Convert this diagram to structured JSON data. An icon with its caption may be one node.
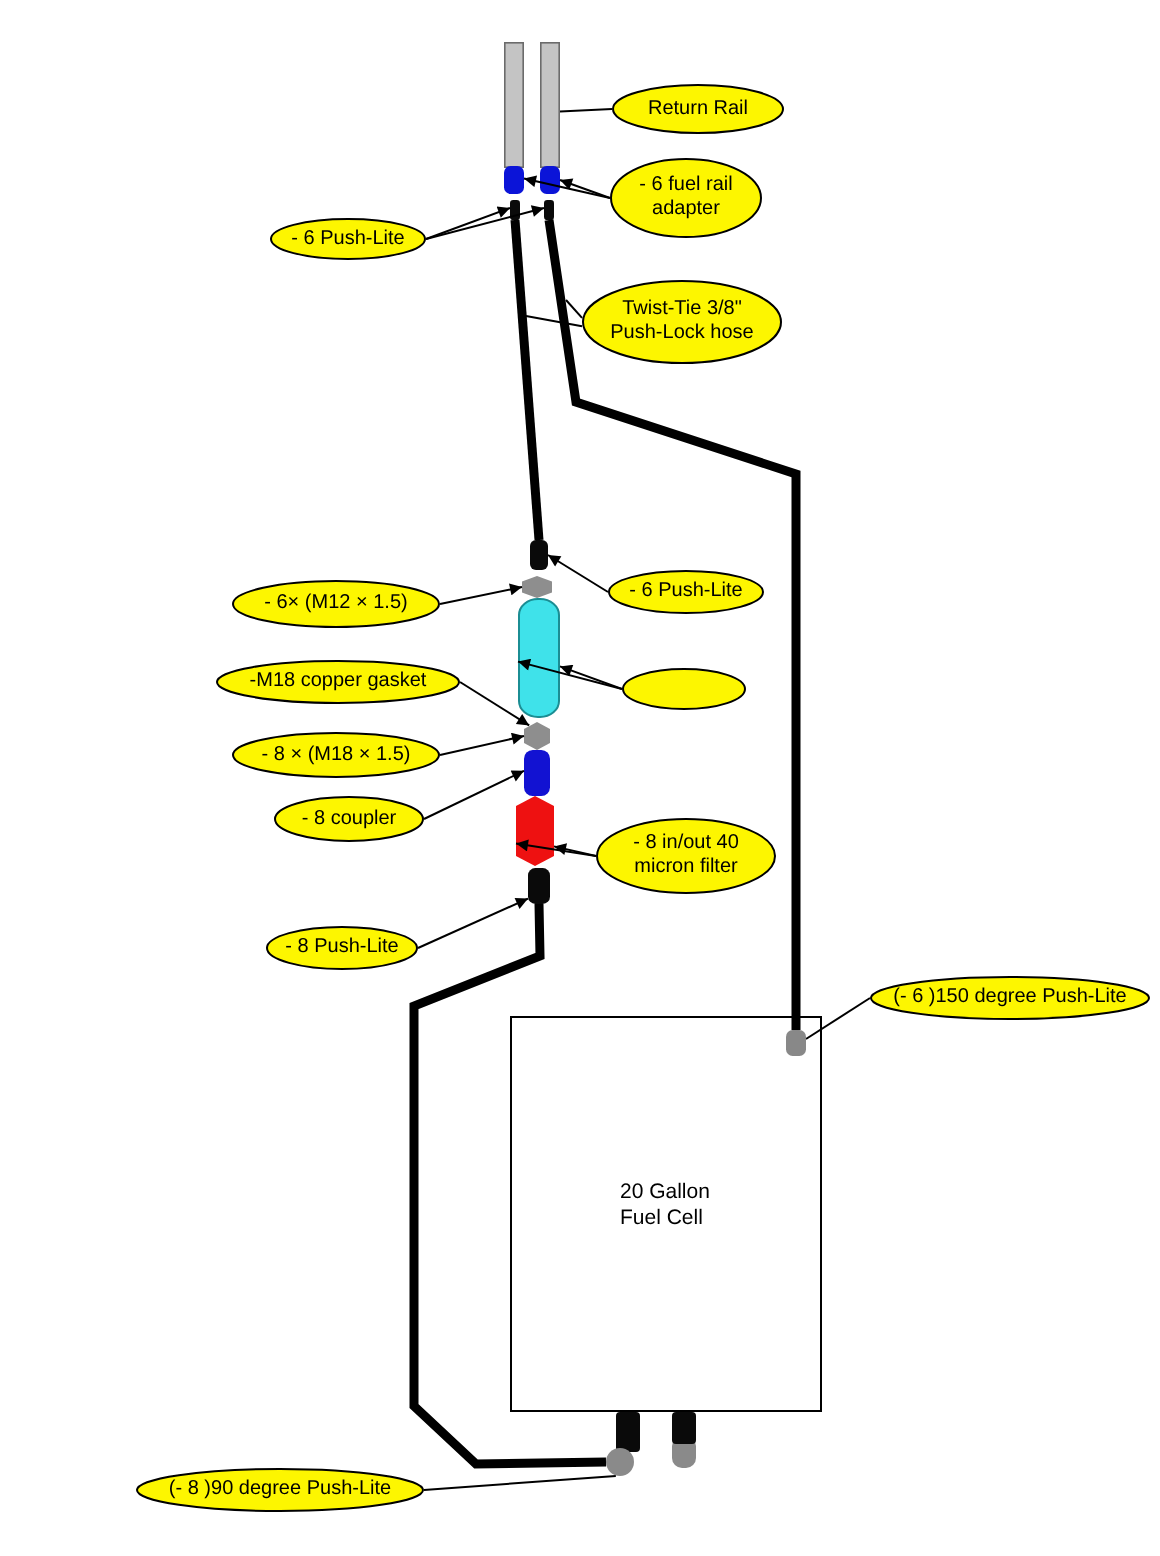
{
  "diagram": {
    "nodes": [
      {
        "text": [],
        "shape": "bar"
      },
      {
        "text": [],
        "shape": "bar"
      },
      {
        "text": [
          "Return Rail"
        ]
      },
      {
        "text": [],
        "shape": "box"
      },
      {
        "text": [],
        "shape": "box"
      },
      {
        "text": [
          "- 6 fuel rail adapter"
        ]
      },
      {
        "text": [],
        "shape": "box"
      },
      {
        "text": [],
        "shape": "box"
      },
      {
        "text": [
          "- 6 Push-Lite"
        ]
      },
      {
        "text": [
          "Twist-Tie 3/8\" Push-Lock hose"
        ]
      },
      {
        "text": [],
        "shape": "box"
      },
      {
        "text": [
          "- 6 Push-Lite"
        ]
      },
      {
        "text": [],
        "shape": "hexagon"
      },
      {
        "text": [
          "- 6× (M12 × 1.5)"
        ]
      },
      {
        "text": [],
        "shape": "cylinder"
      },
      {
        "text": [
          "-M18 copper gasket"
        ]
      },
      {
        "text": [],
        "shape": "ellipse"
      },
      {
        "text": [],
        "shape": "hexagon"
      },
      {
        "text": [
          "- 8 × (M18 × 1.5)"
        ]
      },
      {
        "text": [],
        "shape": "box"
      },
      {
        "text": [
          "- 8 coupler"
        ]
      },
      {
        "text": [],
        "shape": "hexagon"
      },
      {
        "text": [
          "- 8 in/out 40 micron filter"
        ]
      },
      {
        "text": [],
        "shape": "box"
      },
      {
        "text": [
          "- 8 Push-Lite"
        ]
      },
      {
        "text": [
          "(- 6 )150 degree Push-Lite"
        ]
      },
      {
        "text": [
          "20 Gallon Fuel Cell"
        ]
      },
      {
        "text": [],
        "shape": "box",
        "in": 26
      },
      {
        "text": [],
        "shape": "circle"
      },
      {
        "text": [
          "(- 8 )90 degree Push-Lite"
        ]
      }
    ],
    "edges": [
      {
        "from": 2,
        "to": 1,
        "arrow": "none"
      },
      {
        "from": 5,
        "to": 3,
        "arrow": "to"
      },
      {
        "from": 5,
        "to": 4,
        "arrow": "to"
      },
      {
        "from": 8,
        "to": 6,
        "arrow": "to"
      },
      {
        "from": 8,
        "to": 7,
        "arrow": "to"
      },
      {
        "from": 9,
        "to": null,
        "arrow": "none"
      },
      {
        "from": 9,
        "to": null,
        "arrow": "none"
      },
      {
        "from": 6,
        "to": 10,
        "arrow": "none",
        "style": "thick"
      },
      {
        "from": 7,
        "to": 27,
        "arrow": "none",
        "style": "thick"
      },
      {
        "from": 11,
        "to": 10,
        "arrow": "to"
      },
      {
        "from": 13,
        "to": 12,
        "arrow": "to"
      },
      {
        "from": 15,
        "to": 17,
        "arrow": "to"
      },
      {
        "from": 16,
        "to": 14,
        "arrow": "to"
      },
      {
        "from": 16,
        "to": 14,
        "arrow": "to"
      },
      {
        "from": 18,
        "to": 17,
        "arrow": "to"
      },
      {
        "from": 20,
        "to": 19,
        "arrow": "to"
      },
      {
        "from": 22,
        "to": 21,
        "arrow": "to"
      },
      {
        "from": 22,
        "to": 21,
        "arrow": "to"
      },
      {
        "from": 24,
        "to": 23,
        "arrow": "to"
      },
      {
        "from": 23,
        "to": 28,
        "arrow": "none",
        "style": "thick"
      },
      {
        "from": 25,
        "to": 27,
        "arrow": "none"
      },
      {
        "from": 29,
        "to": 28,
        "arrow": "none"
      }
    ]
  }
}
